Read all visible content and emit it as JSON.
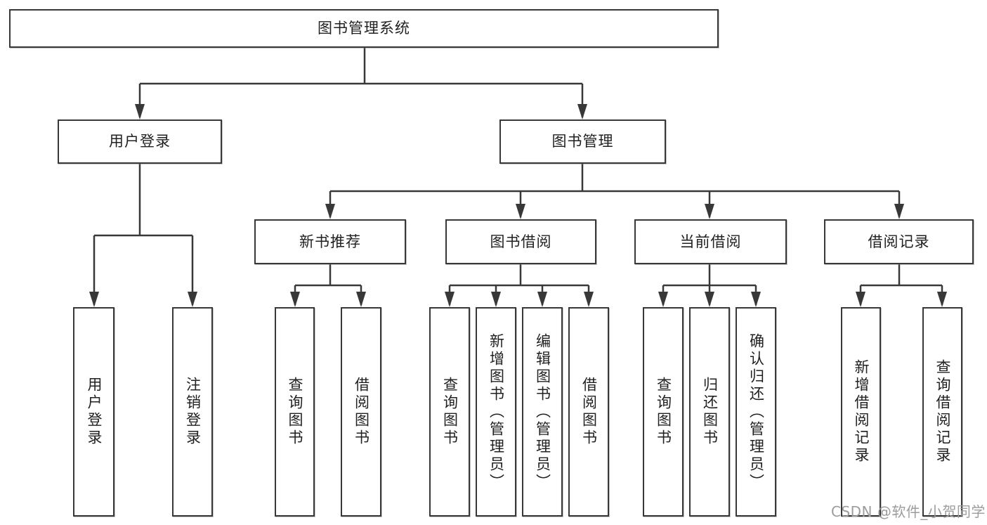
{
  "colors": {
    "background": "#ffffff",
    "line": "#383838",
    "node_border": "#383838",
    "node_text": "#212121",
    "watermark_text": "#9c9c9c"
  },
  "diagram": {
    "title": "图书管理系统",
    "level2": [
      {
        "id": "user-login",
        "label": "用户登录",
        "parent": "root"
      },
      {
        "id": "book-management",
        "label": "图书管理",
        "parent": "root"
      }
    ],
    "level3": [
      {
        "id": "new-book-recommend",
        "label": "新书推荐",
        "parent": "book-management"
      },
      {
        "id": "book-borrow",
        "label": "图书借阅",
        "parent": "book-management"
      },
      {
        "id": "current-borrow",
        "label": "当前借阅",
        "parent": "book-management"
      },
      {
        "id": "borrow-record",
        "label": "借阅记录",
        "parent": "book-management"
      }
    ],
    "leaves": [
      {
        "label": "用户登录",
        "parent": "user-login"
      },
      {
        "label": "注销登录",
        "parent": "user-login"
      },
      {
        "label": "查询图书",
        "parent": "new-book-recommend"
      },
      {
        "label": "借阅图书",
        "parent": "new-book-recommend"
      },
      {
        "label": "查询图书",
        "parent": "book-borrow"
      },
      {
        "label": "新增图书（管理员）",
        "parent": "book-borrow"
      },
      {
        "label": "编辑图书（管理员）",
        "parent": "book-borrow"
      },
      {
        "label": "借阅图书",
        "parent": "book-borrow"
      },
      {
        "label": "查询图书",
        "parent": "current-borrow"
      },
      {
        "label": "归还图书",
        "parent": "current-borrow"
      },
      {
        "label": "确认归还（管理员）",
        "parent": "current-borrow"
      },
      {
        "label": "新增借阅记录",
        "parent": "borrow-record"
      },
      {
        "label": "查询借阅记录",
        "parent": "borrow-record"
      }
    ]
  },
  "watermark": {
    "text": "CSDN @软件_小贺同学"
  }
}
